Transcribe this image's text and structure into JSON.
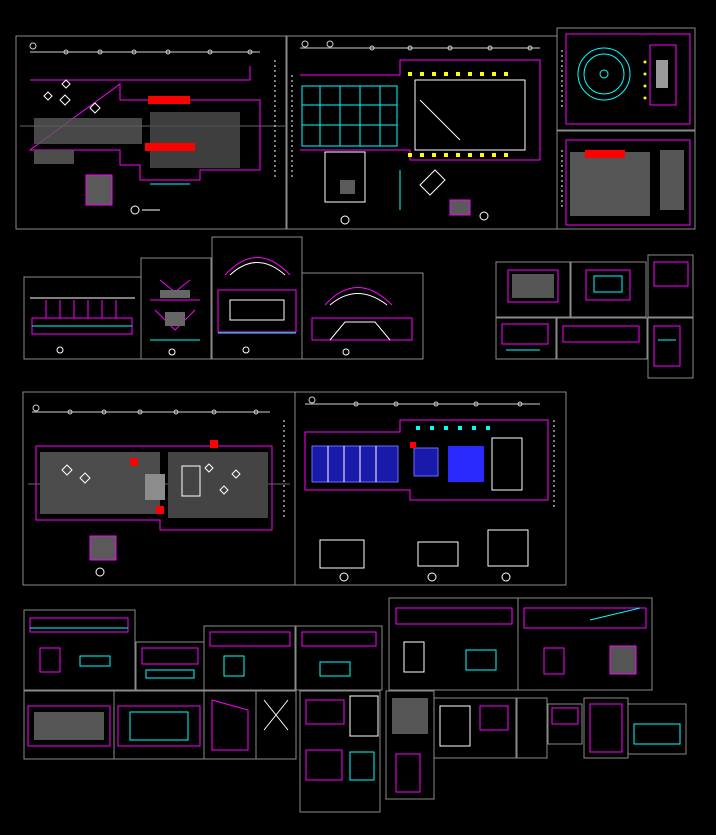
{
  "app": {
    "title": "",
    "background": "#000000"
  },
  "palette": {
    "magenta": "#ff00ff",
    "red": "#ff0000",
    "cyan": "#00ffff",
    "blue": "#2a2aff",
    "white": "#ffffff",
    "grey": "#9a9a9a",
    "yellow": "#ffff00"
  },
  "sheets": [
    {
      "id": "plan-1",
      "kind": "floor-plan"
    },
    {
      "id": "ceiling-plan-1",
      "kind": "ceiling-plan"
    },
    {
      "id": "round-plan",
      "kind": "detail-plan"
    },
    {
      "id": "detail-plan-2",
      "kind": "detail-plan"
    },
    {
      "id": "elevation-1",
      "kind": "elevation"
    },
    {
      "id": "section-1",
      "kind": "section"
    },
    {
      "id": "section-2",
      "kind": "section"
    },
    {
      "id": "section-3",
      "kind": "section"
    },
    {
      "id": "elev-group-right",
      "kind": "elevation-group"
    },
    {
      "id": "plan-2",
      "kind": "floor-plan"
    },
    {
      "id": "ceiling-plan-2",
      "kind": "ceiling-plan"
    },
    {
      "id": "elev-row-1",
      "kind": "elevation-row"
    },
    {
      "id": "elev-row-2",
      "kind": "elevation-row"
    },
    {
      "id": "detail-row",
      "kind": "detail-row"
    }
  ]
}
